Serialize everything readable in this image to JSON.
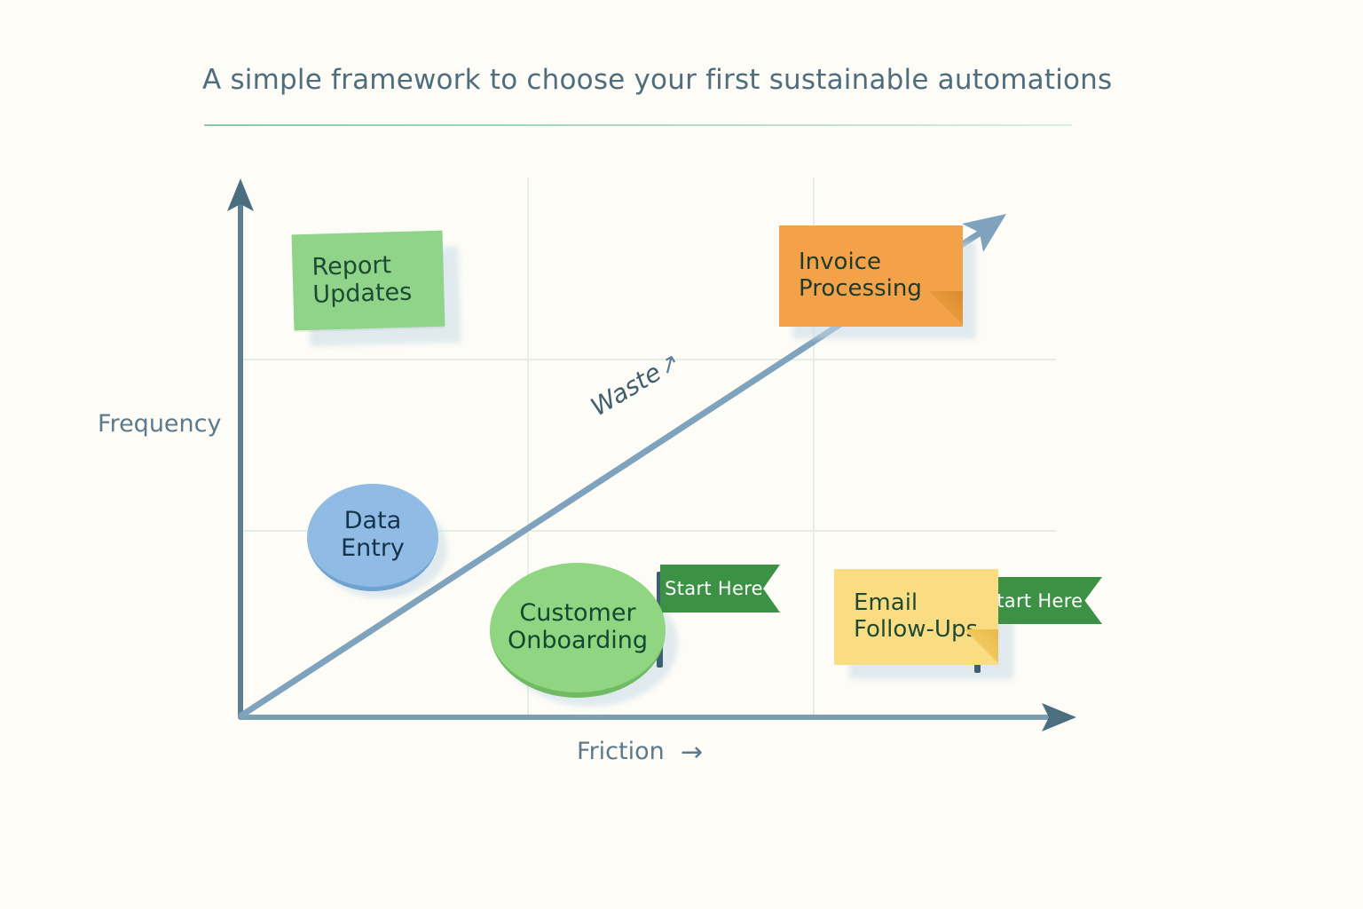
{
  "header": {
    "title": "A simple framework to choose your first sustainable automations"
  },
  "chart_data": {
    "type": "scatter",
    "title": "A simple framework to choose your first sustainable automations",
    "xlabel": "Friction",
    "ylabel": "Frequency",
    "grid": true,
    "xlim": [
      0,
      1
    ],
    "ylim": [
      0,
      1
    ],
    "annotations": [
      {
        "name": "waste-trendline",
        "label": "Waste",
        "arrow": "↗"
      }
    ],
    "points": [
      {
        "label": "Report Updates",
        "shape": "sticky-note",
        "color": "#8FD489",
        "x": 0.12,
        "y": 0.8,
        "flag": null
      },
      {
        "label": "Invoice Processing",
        "shape": "sticky-note",
        "color": "#F3A24A",
        "x": 0.7,
        "y": 0.82,
        "flag": null
      },
      {
        "label": "Data Entry",
        "shape": "ellipse",
        "color": "#8FBBE4",
        "x": 0.13,
        "y": 0.38,
        "flag": null
      },
      {
        "label": "Customer Onboarding",
        "shape": "ellipse",
        "color": "#90D581",
        "x": 0.36,
        "y": 0.22,
        "flag": "Start Here"
      },
      {
        "label": "Email Follow-Ups",
        "shape": "sticky-note",
        "color": "#FADD83",
        "x": 0.74,
        "y": 0.21,
        "flag": "Start Here"
      }
    ]
  },
  "axes": {
    "y_label": "Frequency",
    "x_label": "Friction",
    "x_arrow": "→"
  },
  "diagonal": {
    "label": "Waste",
    "arrow": "↗"
  },
  "nodes": {
    "report": {
      "label": "Report\nUpdates"
    },
    "invoice": {
      "label": "Invoice\nProcessing"
    },
    "data_entry": {
      "label": "Data\nEntry"
    },
    "onboarding": {
      "label": "Customer\nOnboarding"
    },
    "email": {
      "label": "Email\nFollow-Ups"
    }
  },
  "flags": {
    "onboarding": "Start Here",
    "email": "Start Here"
  },
  "colors": {
    "background": "#FDFCF6",
    "title": "#4E6E7E",
    "rule": "#7FC6A8",
    "axis": "#5B7A8C",
    "diagonal": "#7FA3BC",
    "grid": "#E7EFE9",
    "note_green": "#8FD489",
    "note_orange": "#F3A24A",
    "note_yellow": "#FADD83",
    "ellipse_blue": "#8FBBE4",
    "ellipse_green": "#90D581",
    "flag_green": "#3C9145"
  }
}
